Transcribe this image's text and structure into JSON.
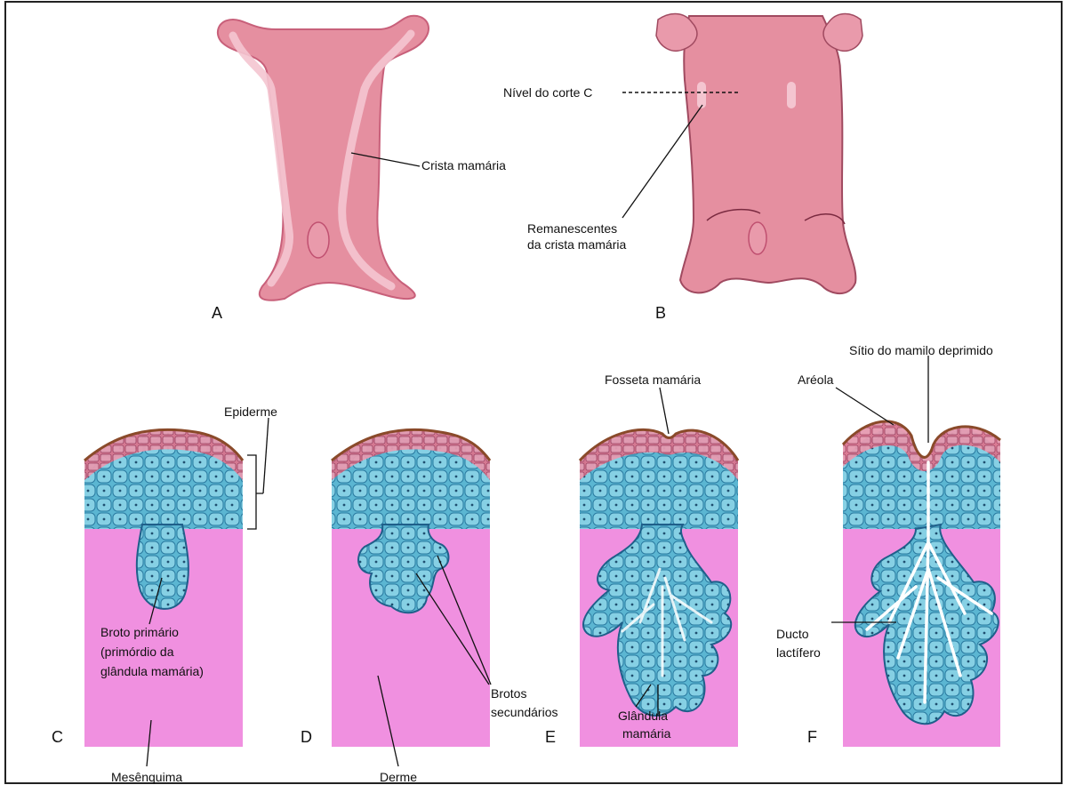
{
  "figure": {
    "panels": {
      "A": "A",
      "B": "B",
      "C": "C",
      "D": "D",
      "E": "E",
      "F": "F"
    },
    "labels": {
      "crista_mamaria": "Crista mamária",
      "nivel_corte": "Nível do corte C",
      "remanescentes_1": "Remanescentes",
      "remanescentes_2": "da crista mamária",
      "epiderme": "Epiderme",
      "broto_1": "Broto primário",
      "broto_2": "(primórdio da",
      "broto_3": "glândula mamária)",
      "mesenquima": "Mesênquima",
      "brotos_sec_1": "Brotos",
      "brotos_sec_2": "secundários",
      "derme": "Derme",
      "fosseta": "Fosseta mamária",
      "glandula_1": "Glândula",
      "glandula_2": "mamária",
      "sitio_mamilo": "Sítio do mamilo deprimido",
      "areola": "Aréola",
      "ducto_1": "Ducto",
      "ducto_2": "lactífero"
    },
    "colors": {
      "embryo_fill": "#e58fa0",
      "embryo_edge": "#c8607a",
      "ridge": "#f5c6d0",
      "dermis": "#f090e0",
      "epithelium": "#4aa8c8",
      "epithelium_dark": "#1f5f8a",
      "skin_top": "#d97a8a",
      "skin_brown": "#8a4a2a"
    }
  }
}
